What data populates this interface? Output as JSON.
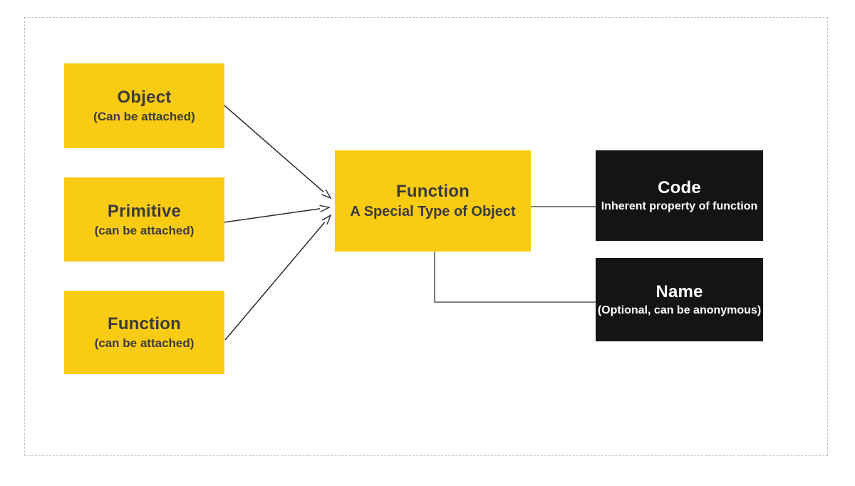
{
  "diagram": {
    "description": "Flow diagram: a Function is a special type of object, attachable to objects, primitives and functions; it has inherent code and an optional name",
    "nodes": {
      "object": {
        "title": "Object",
        "subtitle": "(Can be attached)"
      },
      "primitive": {
        "title": "Primitive",
        "subtitle": "(can be attached)"
      },
      "function_left": {
        "title": "Function",
        "subtitle": "(can be attached)"
      },
      "function_main": {
        "title": "Function",
        "subtitle": "A Special Type of Object"
      },
      "code": {
        "title": "Code",
        "subtitle": "Inherent property of function"
      },
      "name": {
        "title": "Name",
        "subtitle": "(Optional, can be anonymous)"
      }
    },
    "edges": [
      {
        "from": "object",
        "to": "function_main",
        "style": "arrow"
      },
      {
        "from": "primitive",
        "to": "function_main",
        "style": "arrow"
      },
      {
        "from": "function_left",
        "to": "function_main",
        "style": "arrow"
      },
      {
        "from": "function_main",
        "to": "code",
        "style": "line"
      },
      {
        "from": "function_main",
        "to": "name",
        "style": "elbow-line"
      }
    ],
    "colors": {
      "node_yellow": "#f9cb12",
      "node_black": "#141414",
      "text_dark": "#3b3b3b",
      "text_light": "#ffffff",
      "arrow_stroke": "#2b2b2b",
      "connector_stroke": "#555555",
      "frame_border": "#c4c4c4",
      "background": "#ffffff"
    }
  }
}
